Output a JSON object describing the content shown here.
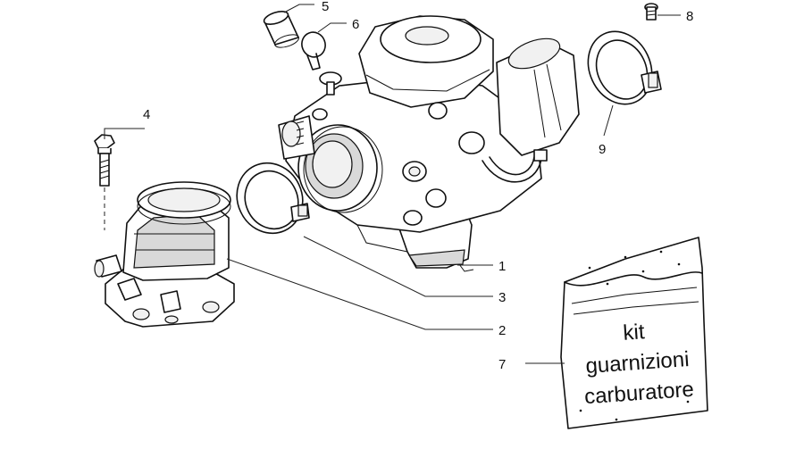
{
  "callouts": [
    {
      "id": "1",
      "label": "1"
    },
    {
      "id": "2",
      "label": "2"
    },
    {
      "id": "3",
      "label": "3"
    },
    {
      "id": "4",
      "label": "4"
    },
    {
      "id": "5",
      "label": "5"
    },
    {
      "id": "6",
      "label": "6"
    },
    {
      "id": "7",
      "label": "7"
    },
    {
      "id": "8",
      "label": "8"
    },
    {
      "id": "9",
      "label": "9"
    }
  ],
  "kit_bag": {
    "line1": "kit",
    "line2": "guarnizioni",
    "line3": "carburatore"
  }
}
